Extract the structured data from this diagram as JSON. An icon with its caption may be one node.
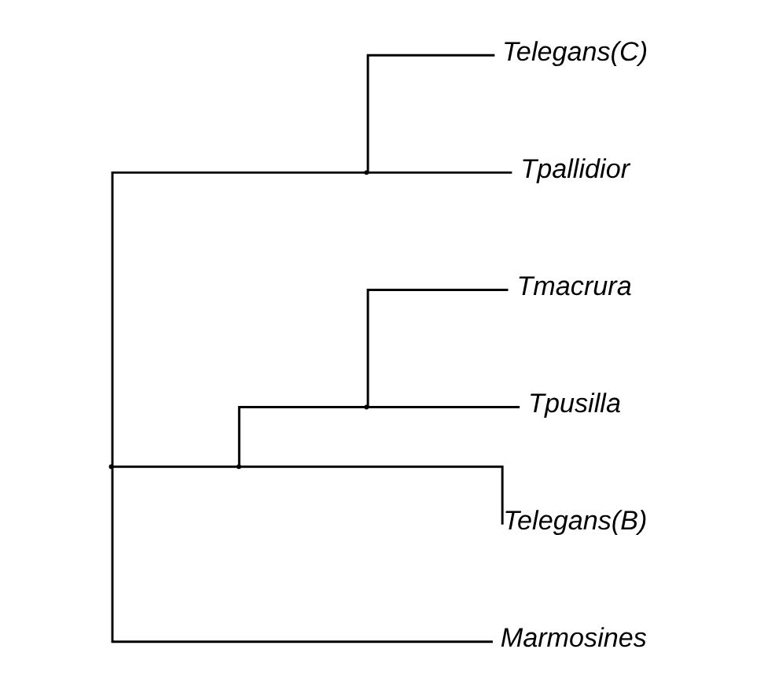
{
  "diagram": {
    "nodes": [
      {
        "text": [],
        "shape": "point"
      },
      {
        "text": [],
        "shape": "point"
      },
      {
        "text": [
          "Telegans(C)"
        ]
      },
      {
        "text": [
          "Tpallidior"
        ]
      },
      {
        "text": [],
        "shape": "point"
      },
      {
        "text": [],
        "shape": "point"
      },
      {
        "text": [
          "Tmacrura"
        ]
      },
      {
        "text": [
          "Tpusilla"
        ]
      },
      {
        "text": [
          "Telegans(B)"
        ]
      },
      {
        "text": [
          "Marmosines"
        ]
      }
    ],
    "edges": [
      {
        "from": 0,
        "to": 1,
        "arrow": "none"
      },
      {
        "from": 1,
        "to": 2,
        "arrow": "none"
      },
      {
        "from": 1,
        "to": 3,
        "arrow": "none"
      },
      {
        "from": 0,
        "to": 4,
        "arrow": "none"
      },
      {
        "from": 4,
        "to": 5,
        "arrow": "none"
      },
      {
        "from": 5,
        "to": 6,
        "arrow": "none"
      },
      {
        "from": 5,
        "to": 7,
        "arrow": "none"
      },
      {
        "from": 4,
        "to": 8,
        "arrow": "none"
      },
      {
        "from": 0,
        "to": 9,
        "arrow": "none"
      }
    ]
  }
}
